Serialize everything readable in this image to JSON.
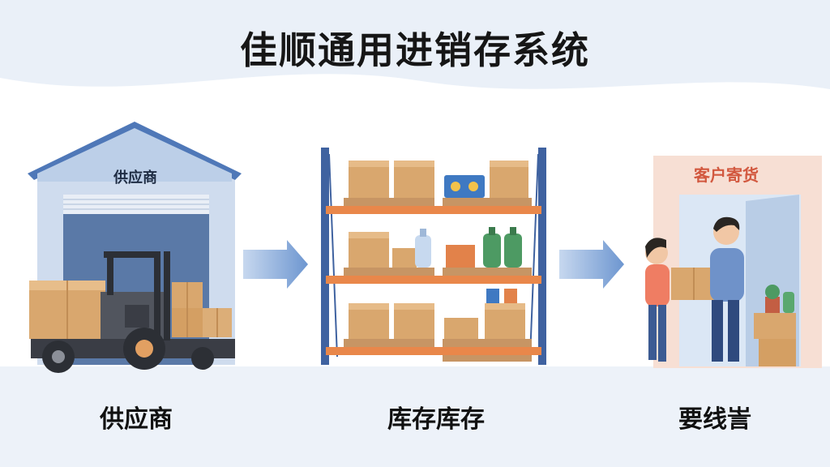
{
  "title": "佳顺通用进销存系统",
  "stages": [
    {
      "sign": "供应商",
      "label": "供应商",
      "icon": "warehouse-forklift-illustration"
    },
    {
      "label": "库存库存",
      "icon": "warehouse-shelving-illustration"
    },
    {
      "sign": "客户寄货",
      "label": "要线訔",
      "icon": "customer-delivery-illustration"
    }
  ],
  "colors": {
    "background": "#f3f6fa",
    "roof": "#4f78b8",
    "shelf_frame": "#3f62a0",
    "shelf_beam": "#e9874a",
    "arrow": "#7fa3d6",
    "shop_sign_text": "#d2583f"
  }
}
